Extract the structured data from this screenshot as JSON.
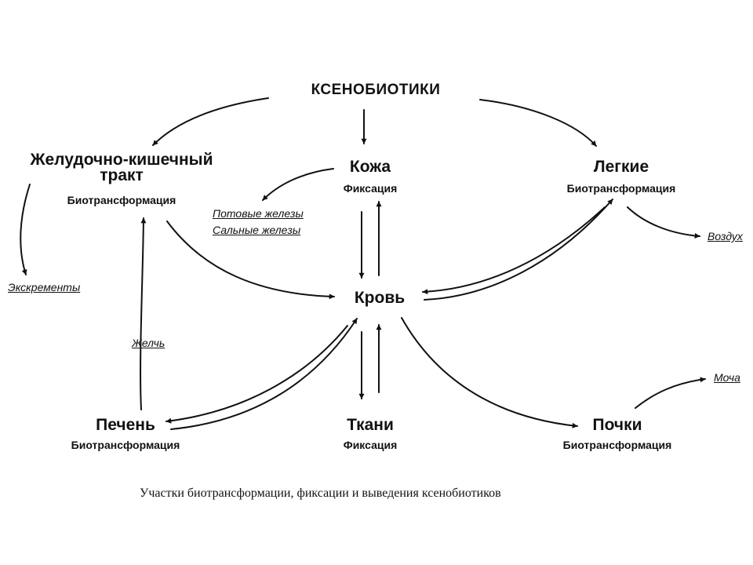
{
  "diagram": {
    "top": "КСЕНОБИОТИКИ",
    "gi": {
      "title_line1": "Желудочно-кишечный",
      "title_line2": "тракт",
      "sub": "Биотрансформация"
    },
    "skin": {
      "title": "Кожа",
      "sub": "Фиксация"
    },
    "lungs": {
      "title": "Легкие",
      "sub": "Биотрансформация"
    },
    "blood": {
      "title": "Кровь"
    },
    "liver": {
      "title": "Печень",
      "sub": "Биотрансформация"
    },
    "tissues": {
      "title": "Ткани",
      "sub": "Фиксация"
    },
    "kidneys": {
      "title": "Почки",
      "sub": "Биотрансформация"
    },
    "outputs": {
      "sweat": "Потовые железы",
      "sebaceous": "Сальные железы",
      "air": "Воздух",
      "feces": "Экскременты",
      "bile": "Желчь",
      "urine": "Моча"
    }
  },
  "caption": "Участки биотрансформации, фиксации и выведения ксенобиотиков"
}
